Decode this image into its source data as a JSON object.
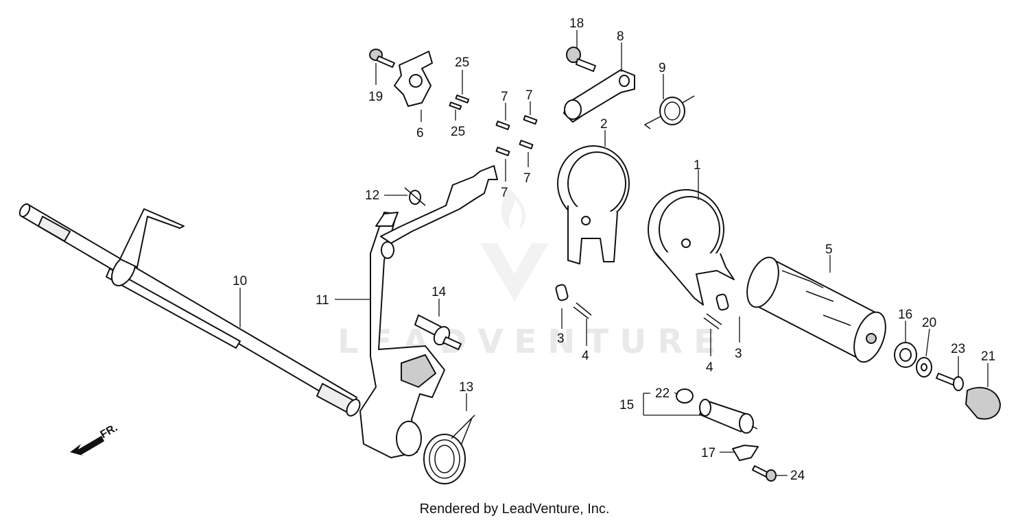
{
  "diagram": {
    "watermark": "LEADVENTURE",
    "front_arrow_label": "FR.",
    "footer": "Rendered by LeadVenture, Inc.",
    "callouts": {
      "c1": "1",
      "c2": "2",
      "c3a": "3",
      "c3b": "3",
      "c4a": "4",
      "c4b": "4",
      "c5": "5",
      "c6": "6",
      "c7a": "7",
      "c7b": "7",
      "c7c": "7",
      "c7d": "7",
      "c8": "8",
      "c9": "9",
      "c10": "10",
      "c11": "11",
      "c12": "12",
      "c13": "13",
      "c14": "14",
      "c15": "15",
      "c16": "16",
      "c17": "17",
      "c18": "18",
      "c19": "19",
      "c20": "20",
      "c21": "21",
      "c22": "22",
      "c23": "23",
      "c24": "24",
      "c25a": "25",
      "c25b": "25"
    }
  }
}
